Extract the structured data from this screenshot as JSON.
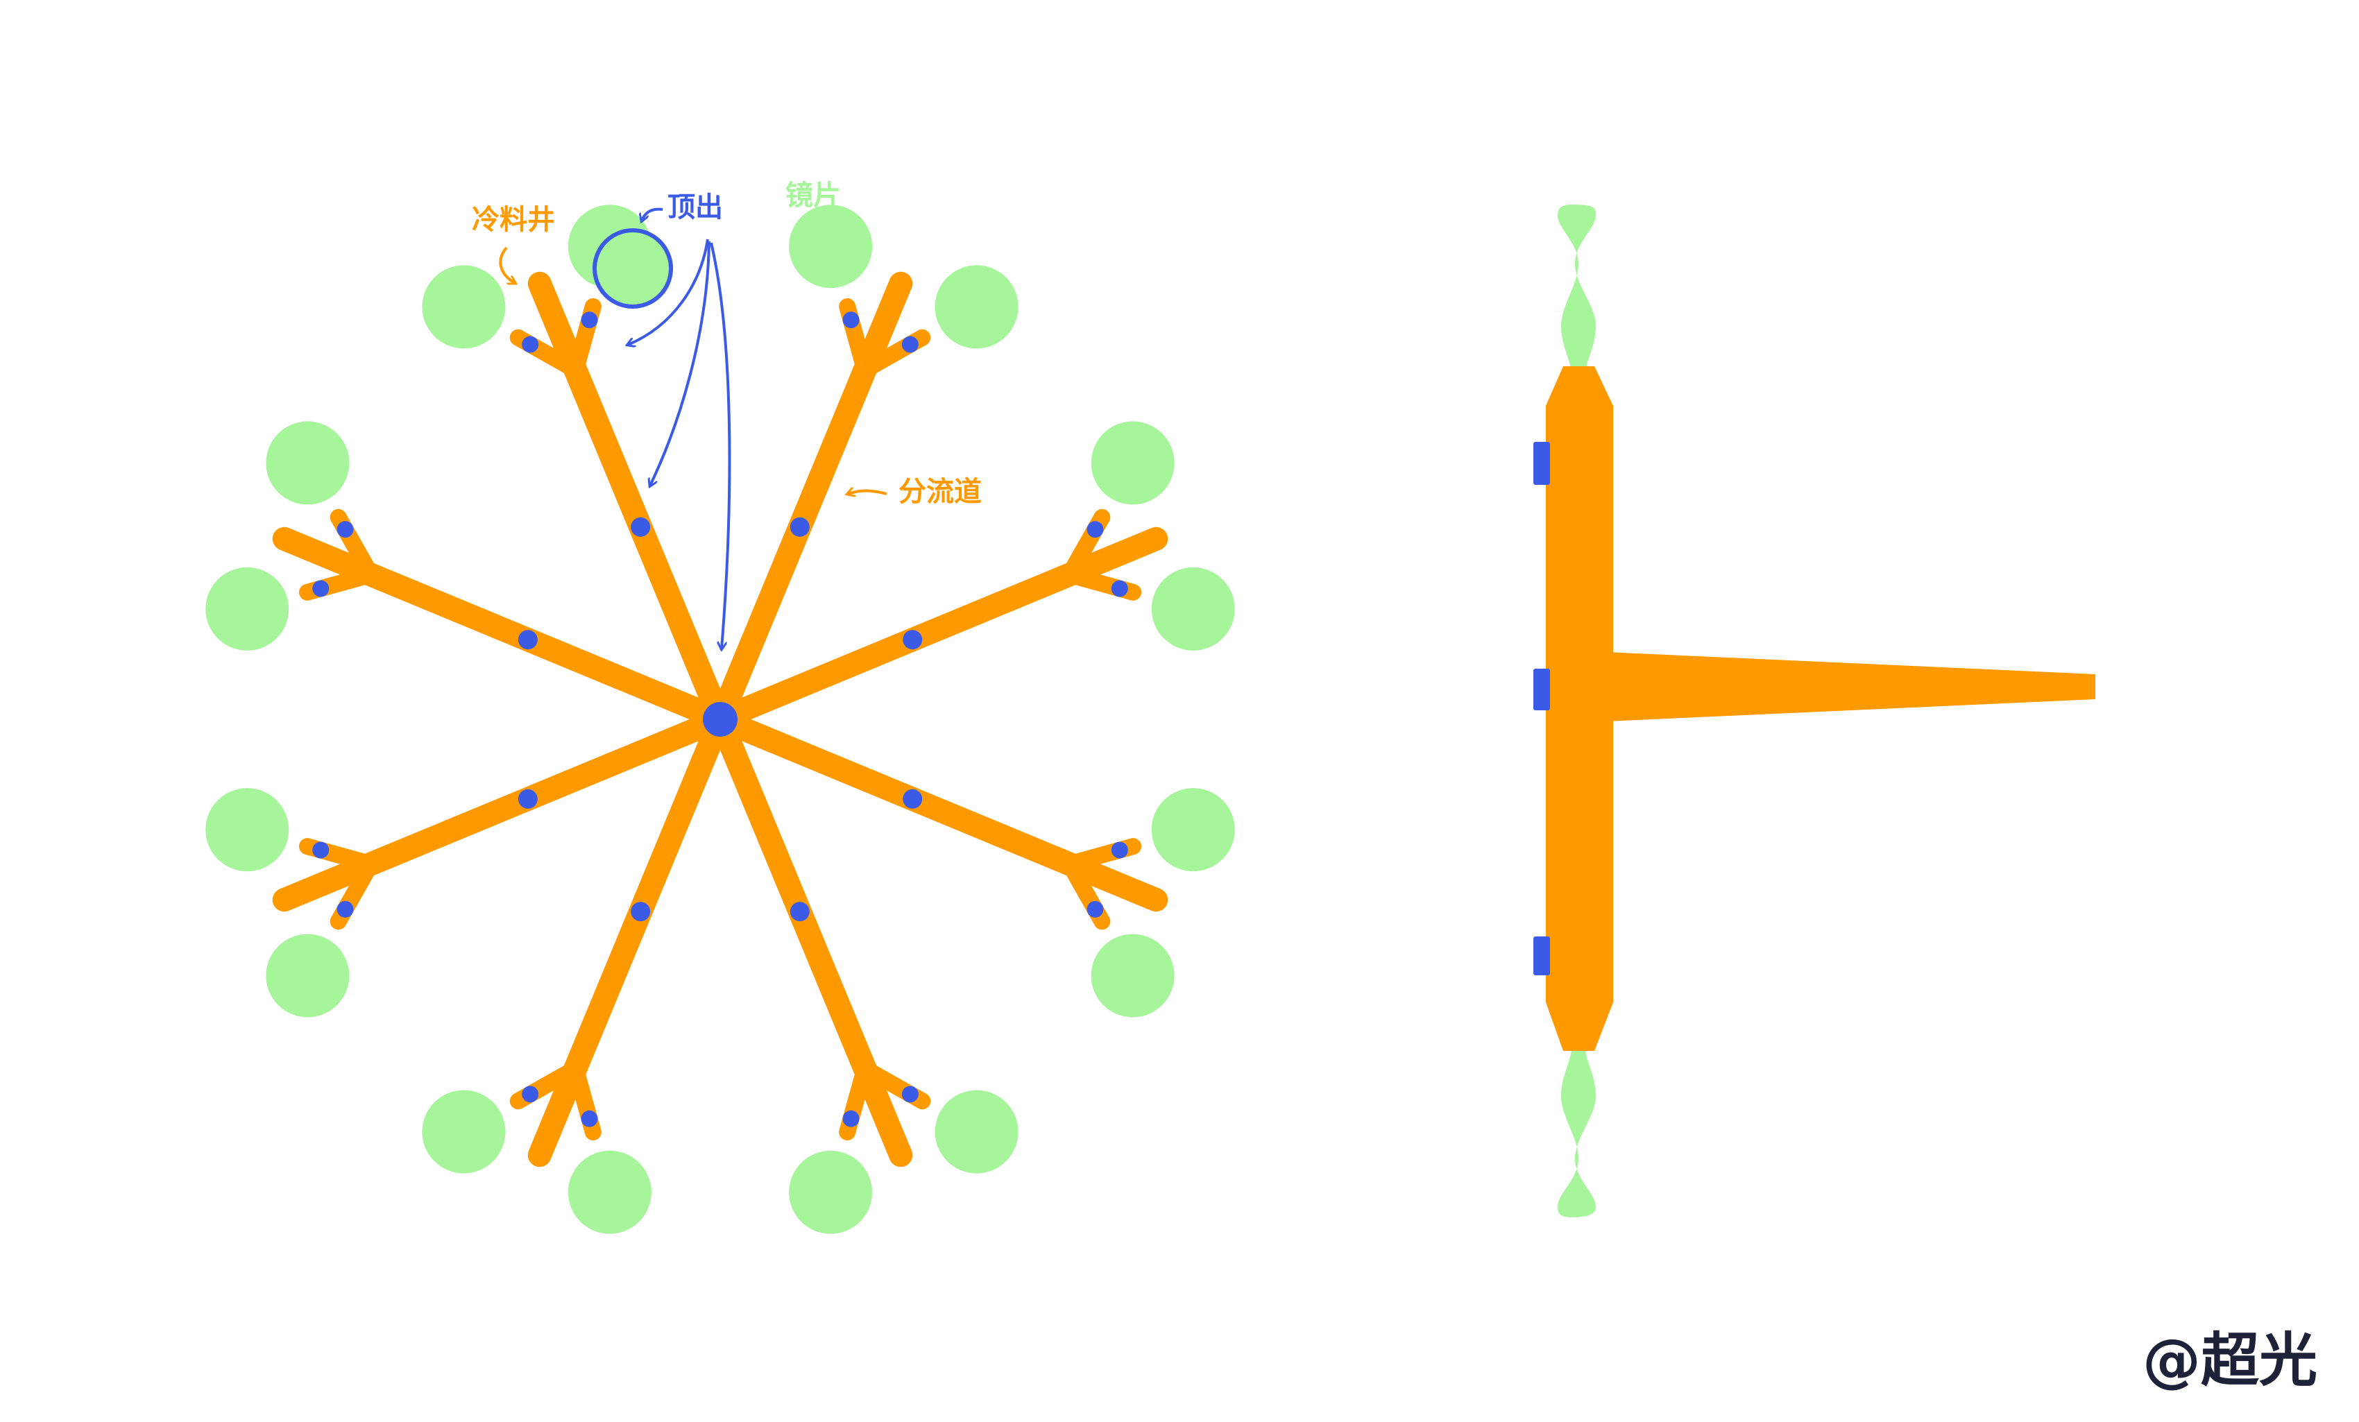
{
  "labels": {
    "cold_slug_well": "冷料井",
    "ejector": "顶出",
    "lens": "镜片",
    "runner": "分流道"
  },
  "watermark": "@超光",
  "colors": {
    "runner": "#FF9900",
    "lens": "#A6F59A",
    "ejector": "#3B5BE6",
    "text_dark": "#1E2238"
  },
  "icons": [
    "arrow-icon"
  ]
}
